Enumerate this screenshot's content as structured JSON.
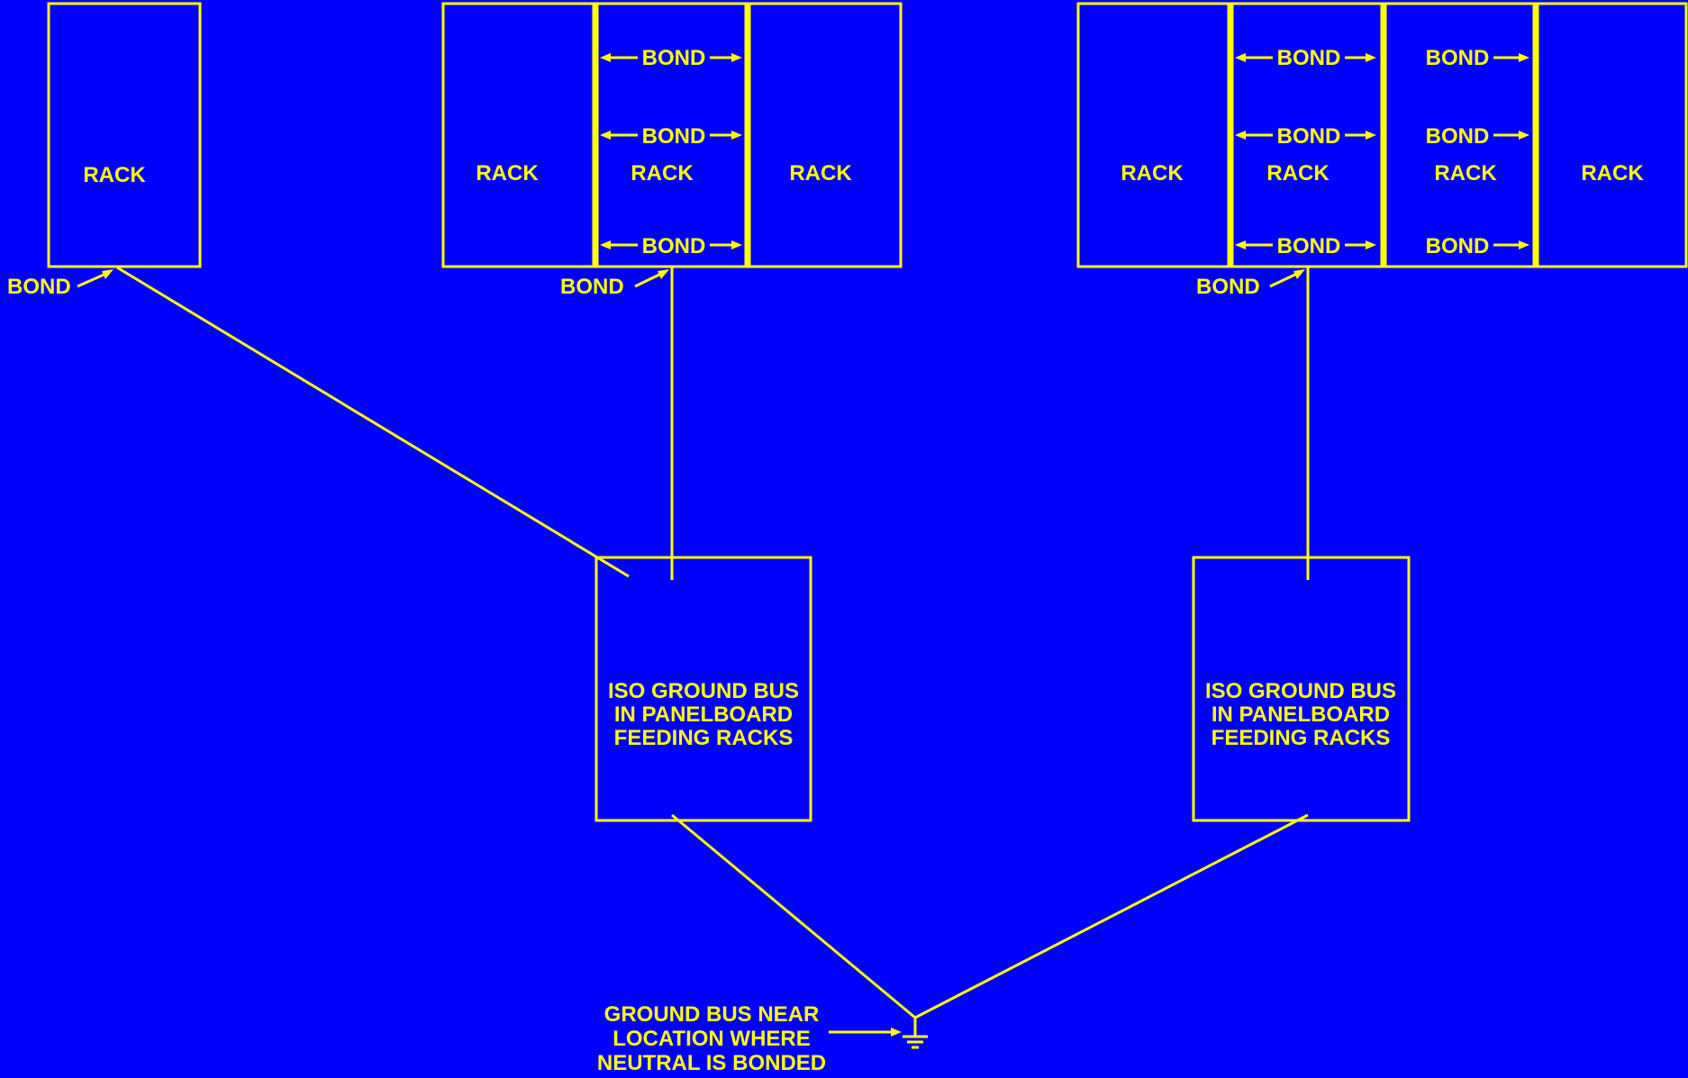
{
  "colors": {
    "background": "#0000ff",
    "foreground": "#ffff00"
  },
  "labels": {
    "rack": "RACK",
    "bond": "BOND",
    "iso_bus_lines": [
      "ISO GROUND BUS",
      "IN PANELBOARD",
      "FEEDING RACKS"
    ],
    "main_ground_lines": [
      "GROUND BUS NEAR",
      "LOCATION WHERE",
      "NEUTRAL IS BONDED"
    ]
  },
  "icons": [
    "ground-symbol-icon"
  ]
}
